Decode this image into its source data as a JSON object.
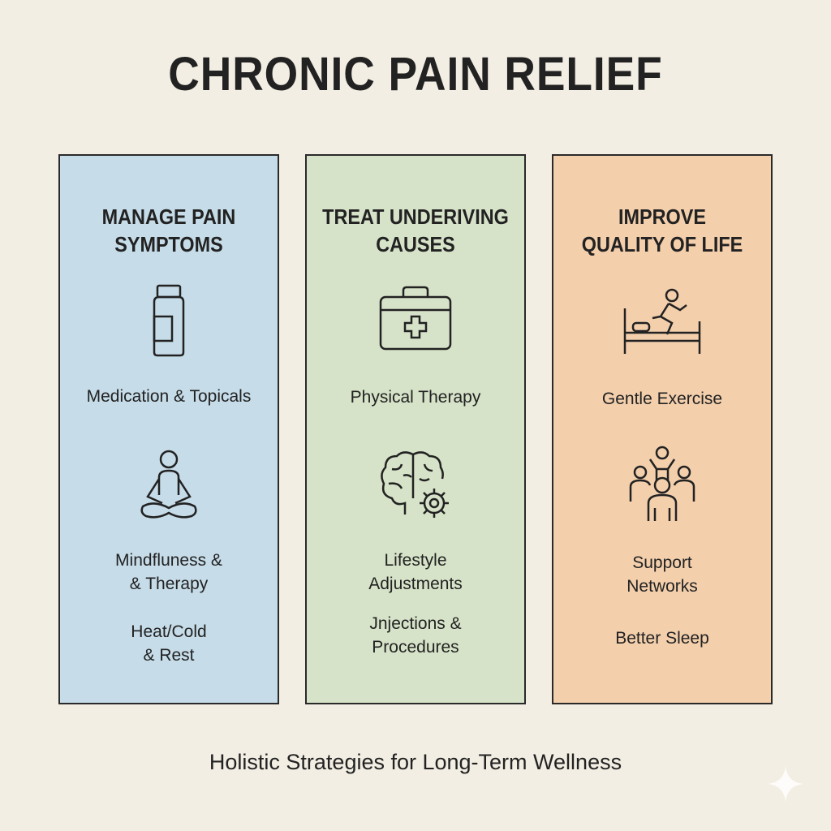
{
  "title": "CHRONIC PAIN RELIEF",
  "subtitle": "Holistic Strategies for Long-Term Wellness",
  "colors": {
    "background": "#f3eee3",
    "panel1": "#c6dce8",
    "panel2": "#d6e3c8",
    "panel3": "#f3cfac"
  },
  "panels": [
    {
      "heading": [
        "MANAGE PAIN",
        "SYMPTOMS"
      ],
      "items": [
        {
          "icon": "medicine-bottle-icon",
          "lines": [
            "Medication & Topicals"
          ]
        },
        {
          "icon": "meditation-icon",
          "lines": [
            "Mindfluness &",
            "& Therapy"
          ]
        },
        {
          "lines": [
            "Heat/Cold",
            "& Rest"
          ]
        }
      ]
    },
    {
      "heading": [
        "TREAT UNDERIVING",
        "CAUSES"
      ],
      "items": [
        {
          "icon": "first-aid-kit-icon",
          "lines": [
            "Physical Therapy"
          ]
        },
        {
          "icon": "brain-gear-icon",
          "lines": [
            "Lifestyle",
            "Adjustments"
          ]
        },
        {
          "lines": [
            "Jnjections &",
            "Procedures"
          ]
        }
      ]
    },
    {
      "heading": [
        "IMPROVE",
        "QUALITY OF LIFE"
      ],
      "items": [
        {
          "icon": "exercise-bed-icon",
          "lines": [
            "Gentle Exercise"
          ]
        },
        {
          "icon": "group-people-icon",
          "lines": [
            "Support",
            "Networks"
          ]
        },
        {
          "lines": [
            "Better Sleep"
          ]
        }
      ]
    }
  ]
}
